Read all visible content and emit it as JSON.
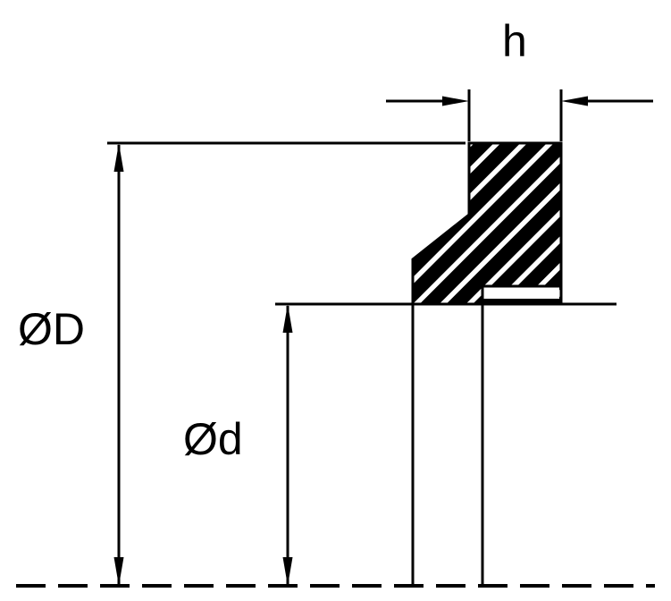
{
  "diagram": {
    "labels": {
      "outer_diameter": "ØD",
      "inner_diameter": "Ød",
      "height": "h"
    },
    "colors": {
      "line": "#000000",
      "background": "#ffffff",
      "section_fill": "#000000",
      "hatch_stripe": "#ffffff"
    }
  }
}
